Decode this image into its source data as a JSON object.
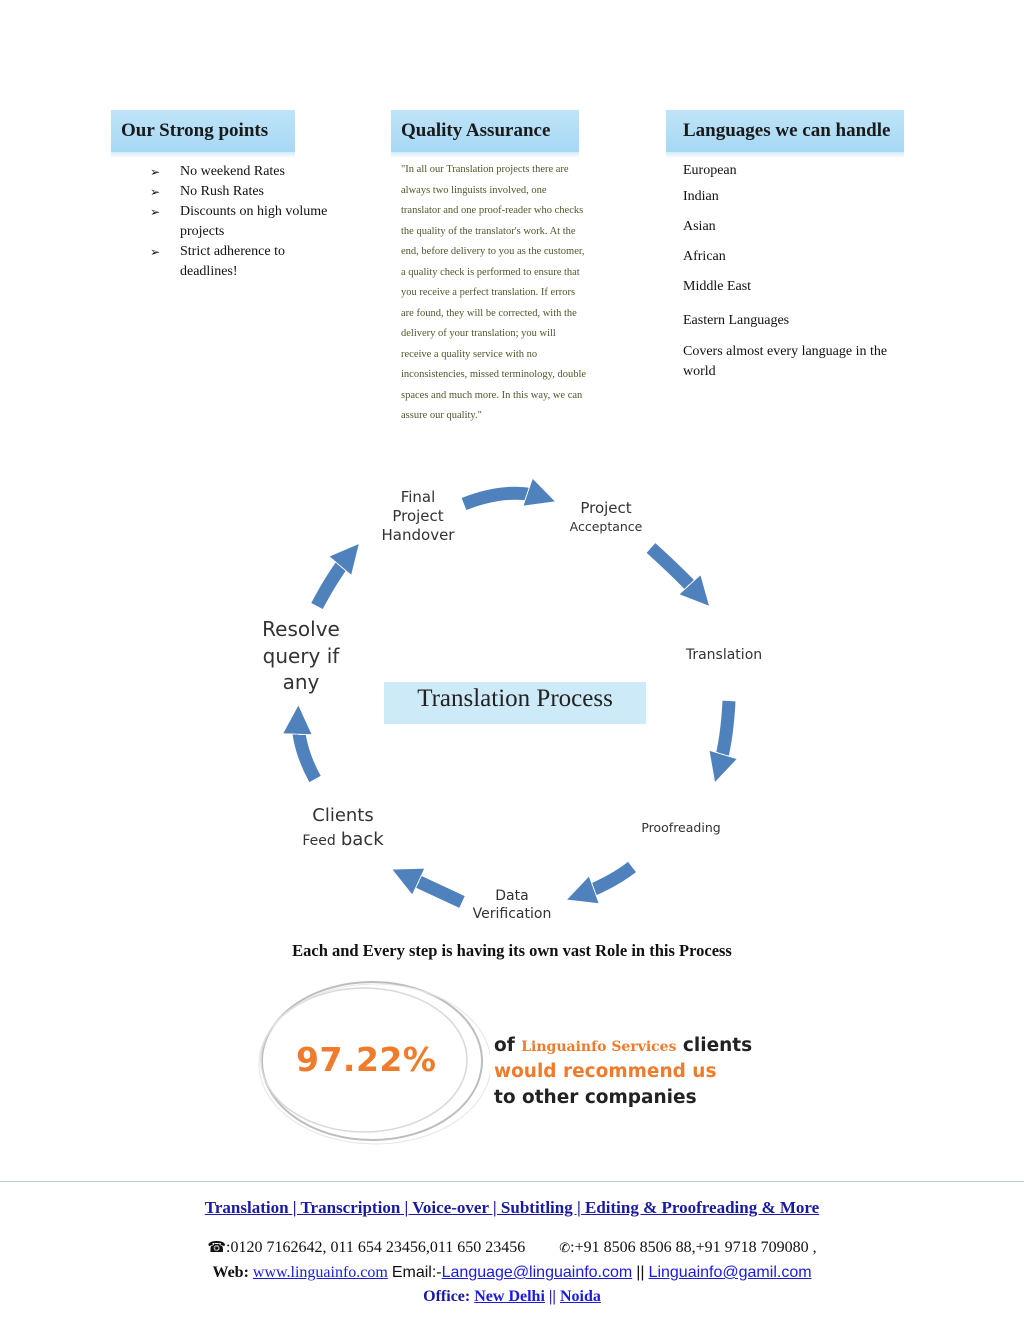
{
  "strong_points": {
    "title": "Our Strong points",
    "items": [
      {
        "lines": [
          "No weekend Rates"
        ]
      },
      {
        "lines": [
          "No Rush Rates"
        ]
      },
      {
        "lines": [
          "Discounts on high volume",
          "projects"
        ]
      },
      {
        "lines": [
          "Strict adherence to",
          "deadlines!"
        ]
      }
    ]
  },
  "quality": {
    "title": "Quality Assurance",
    "lines": [
      "\"In all our Translation projects there are",
      "always two linguists involved, one",
      "translator and one proof-reader who checks",
      "the quality of the translator's work. At the",
      "end, before delivery to you as the customer,",
      "a quality check is performed to ensure that",
      "you receive a perfect translation. If errors",
      "are found, they will be corrected, with the",
      "delivery of your translation; you will",
      "receive a quality service with no",
      "inconsistencies, missed terminology, double",
      "spaces and much more. In this way, we can",
      "assure our quality.\""
    ]
  },
  "languages": {
    "title": "Languages we can handle",
    "items": [
      "European",
      "Indian",
      "Asian",
      "African",
      "Middle East",
      "Eastern Languages"
    ],
    "covers_line1": "Covers almost every language in the",
    "covers_line2": "world"
  },
  "process": {
    "title": "Translation Process",
    "steps": {
      "final_1": "Final",
      "final_2": "Project",
      "final_3": "Handover",
      "acceptance_1": "Project",
      "acceptance_2": "Acceptance",
      "translation": "Translation",
      "proofreading": "Proofreading",
      "data_1": "Data",
      "data_2": "Verification",
      "clients_1": "Clients",
      "clients_2a": "Feed",
      "clients_2b": "back",
      "resolve_1": "Resolve",
      "resolve_2": "query if",
      "resolve_3": "any"
    },
    "caption": "Each and Every step is having its own vast Role in this Process",
    "arrow_color": "#4f81bd"
  },
  "badge": {
    "percent": "97.22%",
    "line1_a": "of ",
    "line1_brand": "Linguainfo Services",
    "line1_b": " clients",
    "line2": "would recommend us",
    "line3": "to other companies",
    "accent": "#f07b2a"
  },
  "footer": {
    "services": "Translation | Transcription | Voice-over | Subtitling | Editing & Proofreading & More",
    "phone_icon": "☎",
    "phones": ":0120 7162642, 011 654 23456,011 650 23456",
    "mobile_icon": "✆",
    "mobile_prefix": ":+91 ",
    "mobiles": "8506 8506 88,+91 9718 709080 ,",
    "web_label": "Web:",
    "web": "www.linguainfo.com",
    "email_label": "Email:-",
    "email1": "Language@linguainfo.com",
    "sep": "||",
    "email2": "Linguainfo@gamil.com",
    "office_label": "Office:",
    "office1": "New Delhi",
    "office2": "Noida"
  }
}
